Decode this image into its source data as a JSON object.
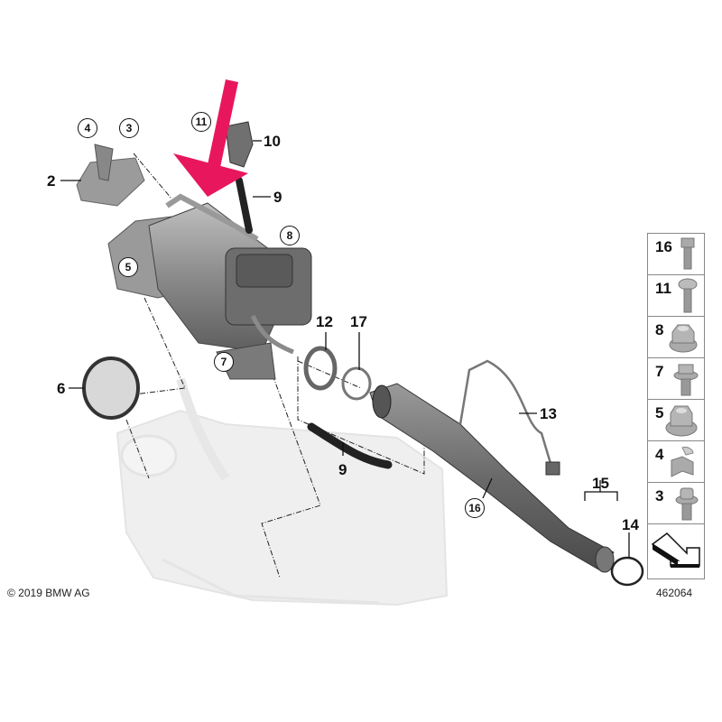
{
  "diagram": {
    "callouts": {
      "c2": "2",
      "c3": "3",
      "c4": "4",
      "c5": "5",
      "c6": "6",
      "c7": "7",
      "c8": "8",
      "c9a": "9",
      "c9b": "9",
      "c10": "10",
      "c11": "11",
      "c12": "12",
      "c13": "13",
      "c14": "14",
      "c15": "15",
      "c16": "16",
      "c17": "17"
    },
    "highlight_arrow_color": "#e8175d"
  },
  "legend": {
    "items": [
      {
        "number": "16",
        "icon": "hex-flange-bolt-icon"
      },
      {
        "number": "11",
        "icon": "torx-bolt-icon"
      },
      {
        "number": "8",
        "icon": "hex-flange-nut-icon"
      },
      {
        "number": "7",
        "icon": "hex-flange-bolt-icon"
      },
      {
        "number": "5",
        "icon": "collar-nut-icon"
      },
      {
        "number": "4",
        "icon": "clip-nut-icon"
      },
      {
        "number": "3",
        "icon": "torx-flange-bolt-icon"
      }
    ],
    "direction_icon": "direction-arrow-icon"
  },
  "footer": {
    "copyright": "© 2019 BMW AG",
    "diagram_number": "462064"
  }
}
